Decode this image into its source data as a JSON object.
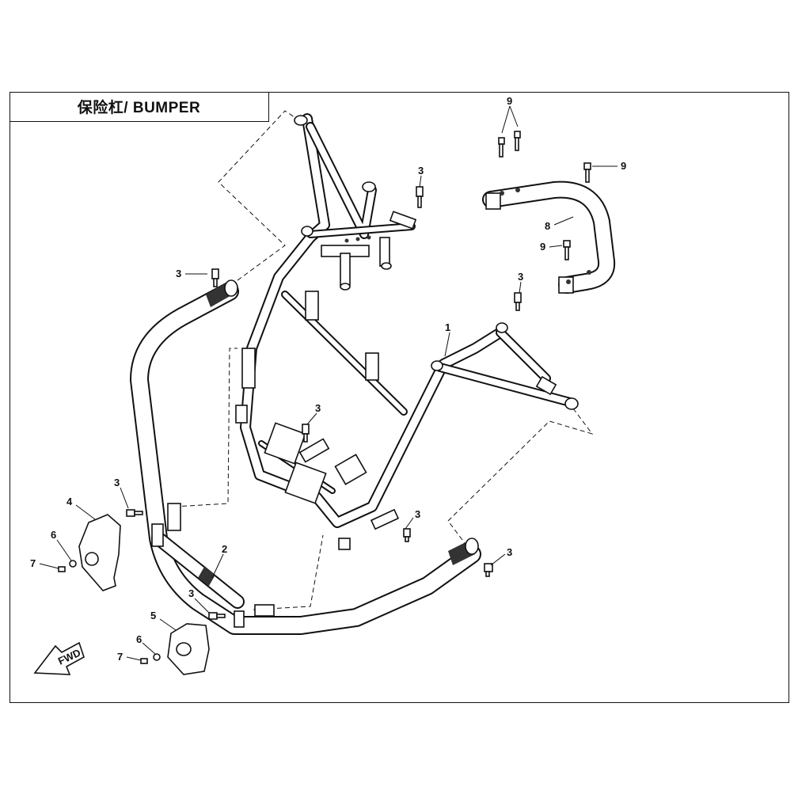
{
  "title": "保险杠/ BUMPER",
  "fwd_label": "FWD",
  "callouts": [
    "1",
    "2",
    "3",
    "4",
    "5",
    "6",
    "7",
    "8",
    "9"
  ],
  "parts_listed": []
}
